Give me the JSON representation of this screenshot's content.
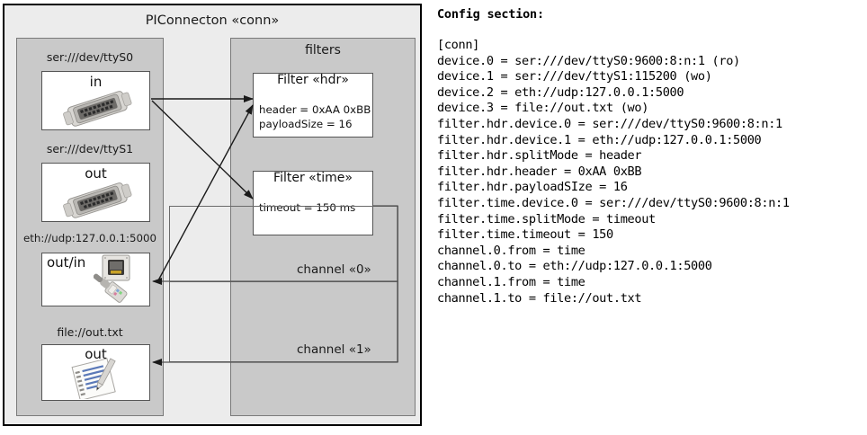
{
  "diagram": {
    "title": "PIConnecton «conn»",
    "devices_panel": {
      "items": [
        {
          "label": "ser:///dev/ttyS0",
          "io": "in",
          "icon": "serial-connector-icon"
        },
        {
          "label": "ser:///dev/ttyS1",
          "io": "out",
          "icon": "serial-connector-icon"
        },
        {
          "label": "eth://udp:127.0.0.1:5000",
          "io": "out/in",
          "icon": "ethernet-connector-icon"
        },
        {
          "label": "file://out.txt",
          "io": "out",
          "icon": "text-file-icon"
        }
      ]
    },
    "filters_panel": {
      "title": "filters",
      "filters": [
        {
          "title": "Filter «hdr»",
          "props": [
            "header = 0xAA 0xBB",
            "payloadSize = 16"
          ]
        },
        {
          "title": "Filter «time»",
          "props": [
            "timeout = 150 ms"
          ]
        }
      ],
      "channels": [
        {
          "label": "channel «0»"
        },
        {
          "label": "channel «1»"
        }
      ]
    }
  },
  "config": {
    "heading": "Config section:",
    "lines": [
      "[conn]",
      "device.0 = ser:///dev/ttyS0:9600:8:n:1 (ro)",
      "device.1 = ser:///dev/ttyS1:115200 (wo)",
      "device.2 = eth://udp:127.0.0.1:5000",
      "device.3 = file://out.txt (wo)",
      "filter.hdr.device.0 = ser:///dev/ttyS0:9600:8:n:1",
      "filter.hdr.device.1 = eth://udp:127.0.0.1:5000",
      "filter.hdr.splitMode = header",
      "filter.hdr.header = 0xAA 0xBB",
      "filter.hdr.payloadSIze = 16",
      "filter.time.device.0 = ser:///dev/ttyS0:9600:8:n:1",
      "filter.time.splitMode = timeout",
      "filter.time.timeout = 150",
      "channel.0.from = time",
      "channel.0.to = eth://udp:127.0.0.1:5000",
      "channel.1.from = time",
      "channel.1.to = file://out.txt"
    ]
  },
  "colors": {
    "frame_border": "#000000",
    "frame_fill": "#ececec",
    "panel_fill": "#c9c9c9",
    "panel_border": "#7a7a7a",
    "box_fill": "#ffffff",
    "box_border": "#555555",
    "arrow": "#1a1a1a"
  }
}
